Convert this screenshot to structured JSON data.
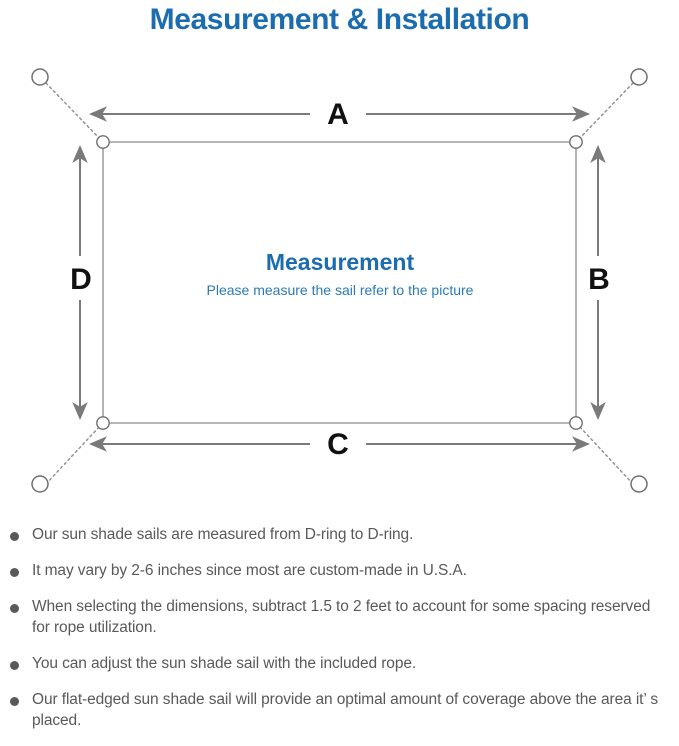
{
  "page": {
    "title": "Measurement & Installation",
    "title_color": "#1c6cb0",
    "background": "#ffffff"
  },
  "diagram": {
    "name": "shade-sail-measurement-diagram",
    "line_color": "#7a7a7a",
    "sail_edge_color": "#8a8a8a",
    "center_heading": "Measurement",
    "center_subheading": "Please measure the sail refer to the picture",
    "center_heading_color": "#1c6cb0",
    "center_subheading_color": "#2a7ab8",
    "dimension_labels": [
      {
        "id": "A",
        "label": "A",
        "position": "top",
        "orientation": "horizontal"
      },
      {
        "id": "B",
        "label": "B",
        "position": "right",
        "orientation": "vertical"
      },
      {
        "id": "C",
        "label": "C",
        "position": "bottom",
        "orientation": "horizontal"
      },
      {
        "id": "D",
        "label": "D",
        "position": "left",
        "orientation": "vertical"
      }
    ],
    "corner_rings": [
      {
        "id": "top-left",
        "type": "d-ring"
      },
      {
        "id": "top-right",
        "type": "d-ring"
      },
      {
        "id": "bottom-left",
        "type": "d-ring"
      },
      {
        "id": "bottom-right",
        "type": "d-ring"
      }
    ],
    "anchor_points": [
      {
        "id": "top-left",
        "type": "anchor-circle"
      },
      {
        "id": "top-right",
        "type": "anchor-circle"
      },
      {
        "id": "bottom-left",
        "type": "anchor-circle"
      },
      {
        "id": "bottom-right",
        "type": "anchor-circle"
      }
    ],
    "ropes": [
      {
        "id": "top-left",
        "style": "dotted"
      },
      {
        "id": "top-right",
        "style": "dotted"
      },
      {
        "id": "bottom-left",
        "style": "dotted"
      },
      {
        "id": "bottom-right",
        "style": "dotted"
      }
    ]
  },
  "notes": {
    "text_color": "#58595b",
    "items": [
      "Our sun shade sails are measured from D-ring to D-ring.",
      "It may vary by 2-6 inches since most are custom-made in U.S.A.",
      "When selecting the dimensions, subtract 1.5 to 2 feet to account for some spacing reserved for rope utilization.",
      "You can adjust the sun shade sail with the included rope.",
      "Our flat-edged sun shade sail will provide an optimal amount of coverage above the area it’ s placed."
    ]
  }
}
